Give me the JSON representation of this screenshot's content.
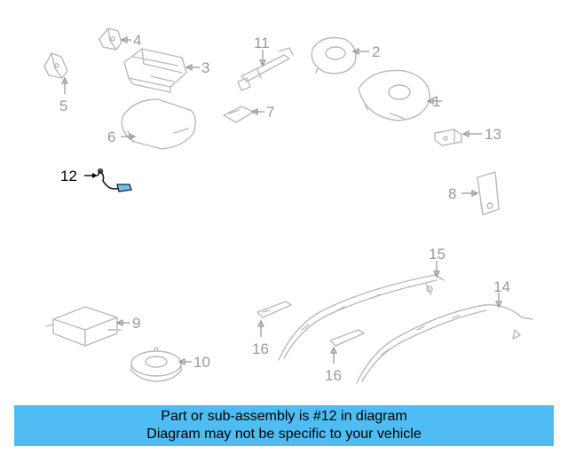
{
  "diagram": {
    "callouts": [
      {
        "id": "1",
        "label": "1",
        "highlighted": false
      },
      {
        "id": "2",
        "label": "2",
        "highlighted": false
      },
      {
        "id": "3",
        "label": "3",
        "highlighted": false
      },
      {
        "id": "4",
        "label": "4",
        "highlighted": false
      },
      {
        "id": "5",
        "label": "5",
        "highlighted": false
      },
      {
        "id": "6",
        "label": "6",
        "highlighted": false
      },
      {
        "id": "7",
        "label": "7",
        "highlighted": false
      },
      {
        "id": "8",
        "label": "8",
        "highlighted": false
      },
      {
        "id": "9",
        "label": "9",
        "highlighted": false
      },
      {
        "id": "10",
        "label": "10",
        "highlighted": false
      },
      {
        "id": "11",
        "label": "11",
        "highlighted": false
      },
      {
        "id": "12",
        "label": "12",
        "highlighted": true
      },
      {
        "id": "13",
        "label": "13",
        "highlighted": false
      },
      {
        "id": "14",
        "label": "14",
        "highlighted": false
      },
      {
        "id": "15",
        "label": "15",
        "highlighted": false
      },
      {
        "id": "16a",
        "label": "16",
        "highlighted": false
      },
      {
        "id": "16b",
        "label": "16",
        "highlighted": false
      }
    ],
    "highlight_color": "#6ec3ea",
    "part_line_color": "#b9b9b9"
  },
  "banner": {
    "line1": "Part or sub-assembly is #12 in diagram",
    "line2": "Diagram may not be specific to your vehicle",
    "background": "#4fbdf3"
  }
}
